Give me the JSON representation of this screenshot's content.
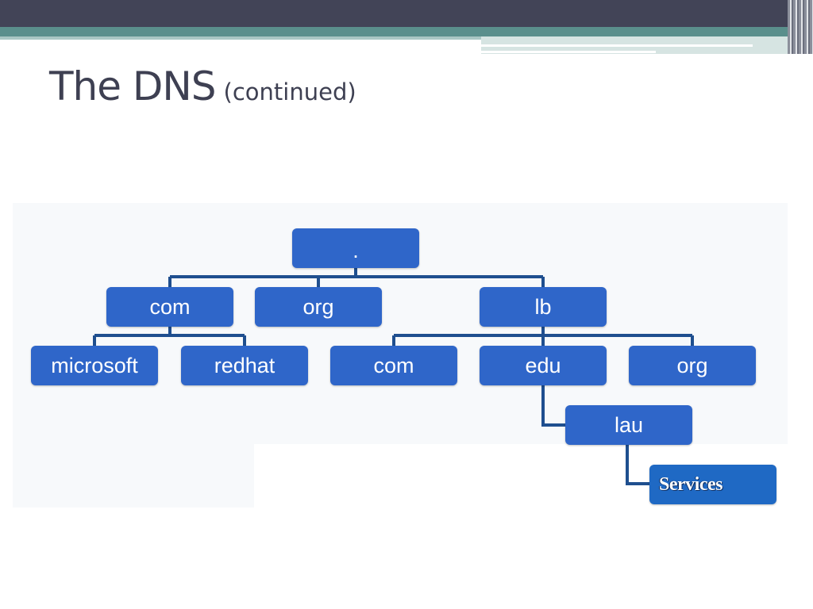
{
  "title": {
    "main": "The DNS",
    "sub": "(continued)"
  },
  "diagram": {
    "nodes": {
      "root": ".",
      "com": "com",
      "org": "org",
      "lb": "lb",
      "microsoft": "microsoft",
      "redhat": "redhat",
      "lb_com": "com",
      "lb_edu": "edu",
      "lb_org": "org",
      "lau": "lau",
      "services": "Services"
    },
    "colors": {
      "node_fill": "#2f66c9",
      "connector": "#1f4f8f",
      "title_text": "#3e4052",
      "header_dark": "#424457",
      "header_teal": "#5a8f8c"
    }
  }
}
